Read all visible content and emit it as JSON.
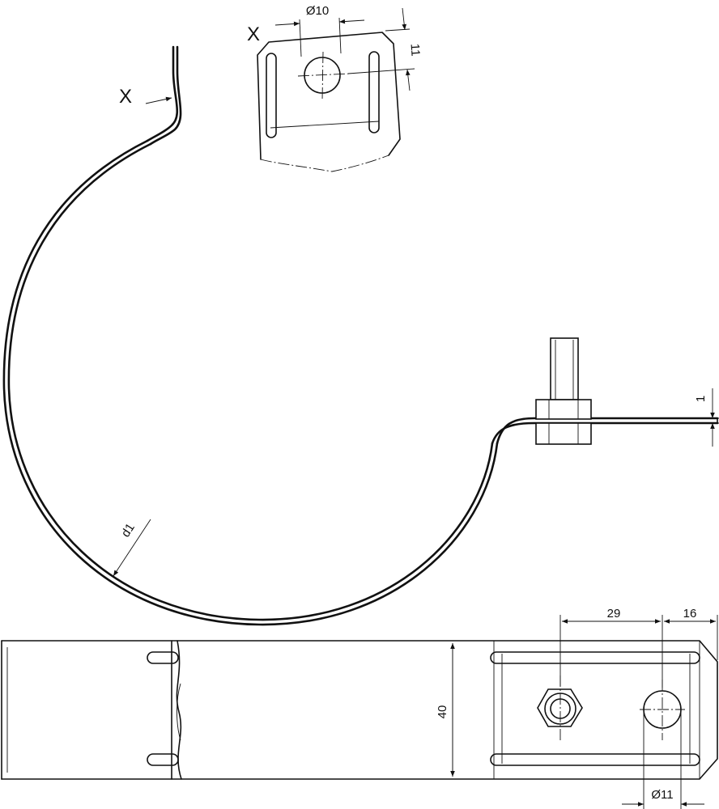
{
  "drawing": {
    "detail_marker": "X",
    "detail_label": "X",
    "dims": {
      "hole_small": "Ø10",
      "slot_offset": "11",
      "thickness": "1",
      "diameter": "d1",
      "width": "40",
      "hole_spacing": "29",
      "edge_distance": "16",
      "hole_large": "Ø11"
    }
  }
}
